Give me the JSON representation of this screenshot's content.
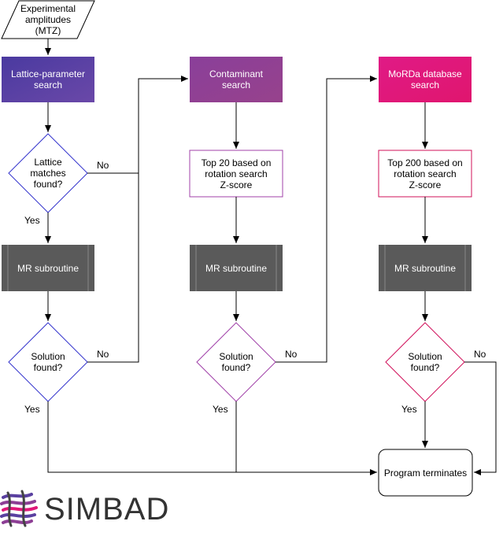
{
  "nodes": {
    "input": "Experimental\namplitudes\n(MTZ)",
    "lattice_search": "Lattice-parameter\nsearch",
    "lattice_decision": "Lattice\nmatches\nfound?",
    "mr1": "MR subroutine",
    "solution1": "Solution\nfound?",
    "contaminant_search": "Contaminant\nsearch",
    "top20": "Top 20 based on\nrotation search\nZ-score",
    "mr2": "MR subroutine",
    "solution2": "Solution\nfound?",
    "morda_search": "MoRDa database\nsearch",
    "top200": "Top 200 based on\nrotation search\nZ-score",
    "mr3": "MR subroutine",
    "solution3": "Solution\nfound?",
    "terminate": "Program terminates"
  },
  "edge_labels": {
    "yes": "Yes",
    "no": "No"
  },
  "logo": {
    "text": "SIMBAD"
  },
  "colors": {
    "lattice": "#5a40a0",
    "contaminant": "#8d3f95",
    "morda": "#e0187a",
    "mr": "#5a5a5a",
    "lattice_border": "#3333cc",
    "contaminant_border": "#a040a8",
    "morda_border": "#d0105a"
  }
}
